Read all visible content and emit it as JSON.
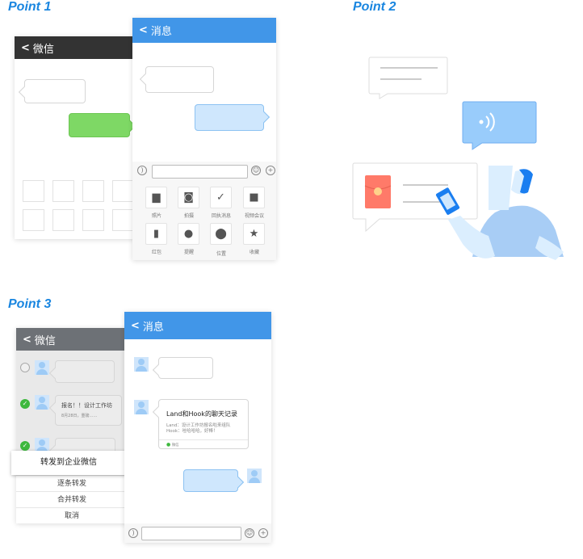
{
  "labels": {
    "point1": "Point 1",
    "point2": "Point 2",
    "point3": "Point 3"
  },
  "point1": {
    "back_title": "微信",
    "front_title": "消息",
    "tools": [
      {
        "label": "照片",
        "icon": "image-icon"
      },
      {
        "label": "拍摄",
        "icon": "camera-icon"
      },
      {
        "label": "回执消息",
        "icon": "check-icon"
      },
      {
        "label": "视频会议",
        "icon": "video-icon"
      },
      {
        "label": "红包",
        "icon": "red-packet-icon"
      },
      {
        "label": "提醒",
        "icon": "clock-icon"
      },
      {
        "label": "位置",
        "icon": "location-icon"
      },
      {
        "label": "收藏",
        "icon": "star-icon"
      }
    ]
  },
  "point3": {
    "back_title": "微信",
    "front_title": "消息",
    "msg_title": "报名！！设计工作坊",
    "msg_sub": "8月28日，重磅……",
    "sheet_title": "转发到企业微信",
    "menu": [
      "逐条转发",
      "合并转发",
      "取消"
    ],
    "card": {
      "title": "Land和Hook的聊天记录",
      "line1": "Land：设计工作坊报名啦来组队",
      "line2": "Hook：哇哈哈哈，好棒！",
      "source": "微信"
    }
  },
  "colors": {
    "accent": "#4196e8",
    "green": "#7ed865",
    "dark_header": "#333333",
    "gray_header": "#6d7176"
  }
}
